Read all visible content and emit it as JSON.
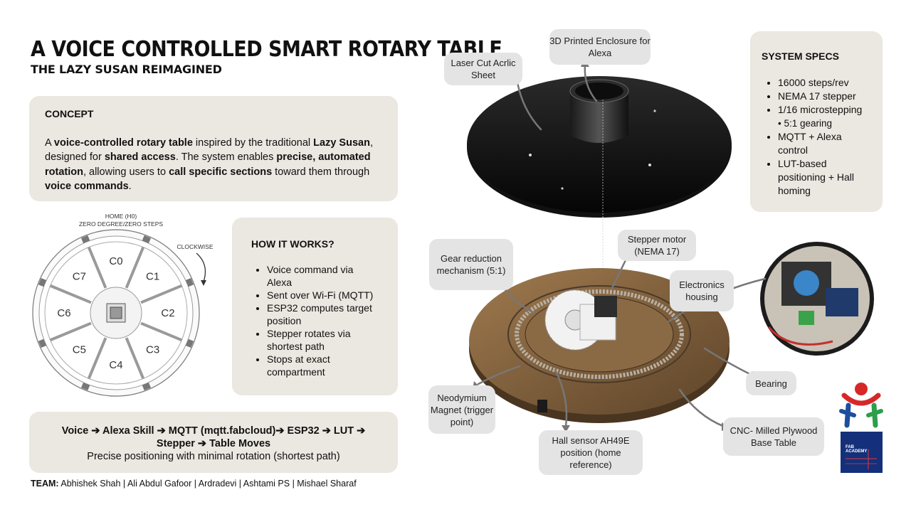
{
  "header": {
    "title": "A VOICE CONTROLLED SMART ROTARY TABLE",
    "subtitle": "THE LAZY SUSAN REIMAGINED"
  },
  "concept": {
    "heading": "CONCEPT",
    "parts": [
      {
        "t": "A ",
        "b": false
      },
      {
        "t": "voice-controlled rotary table",
        "b": true
      },
      {
        "t": " inspired by the traditional ",
        "b": false
      },
      {
        "t": "Lazy Susan",
        "b": true
      },
      {
        "t": ", designed for ",
        "b": false
      },
      {
        "t": "shared access",
        "b": true
      },
      {
        "t": ". The system enables ",
        "b": false
      },
      {
        "t": "precise, automated rotation",
        "b": true
      },
      {
        "t": ", allowing users to ",
        "b": false
      },
      {
        "t": "call specific sections",
        "b": true
      },
      {
        "t": " toward them through ",
        "b": false
      },
      {
        "t": "voice commands",
        "b": true
      },
      {
        "t": ".",
        "b": false
      }
    ]
  },
  "compartment_diagram": {
    "home_label": "HOME (H0)",
    "zero_label": "ZERO DEGREE/ZERO STEPS",
    "direction_label": "CLOCKWISE",
    "sections": [
      "C0",
      "C1",
      "C2",
      "C3",
      "C4",
      "C5",
      "C6",
      "C7"
    ]
  },
  "how_it_works": {
    "heading": "HOW IT WORKS?",
    "items": [
      "Voice command via Alexa",
      "Sent over Wi-Fi (MQTT)",
      "ESP32 computes target position",
      "Stepper rotates via shortest path",
      "Stops at exact compartment"
    ]
  },
  "flow": {
    "line1": "Voice ➔ Alexa Skill ➔ MQTT (mqtt.fabcloud)➔ ESP32 ➔ LUT ➔ Stepper ➔ Table Moves",
    "line2": "Precise positioning with minimal rotation  (shortest path)"
  },
  "team": {
    "label": "TEAM:",
    "members": "Abhishek Shah | Ali Abdul Gafoor | Ardradevi | Ashtami PS | Mishael Sharaf"
  },
  "specs": {
    "heading": "SYSTEM SPECS",
    "items": [
      "16000 steps/rev",
      "NEMA 17 stepper",
      "1/16 microstepping",
      "MQTT + Alexa control",
      "LUT-based positioning + Hall homing"
    ],
    "sub_item": "• 5:1 gearing"
  },
  "callouts": {
    "laser_cut": "Laser Cut Acrlic Sheet",
    "enclosure": "3D Printed Enclosure for Alexa",
    "gear": "Gear reduction mechanism (5:1)",
    "stepper": "Stepper motor (NEMA 17)",
    "electronics": "Electronics housing",
    "bearing": "Bearing",
    "magnet": "Neodymium Magnet (trigger point)",
    "hall": "Hall sensor AH49E position (home reference)",
    "cnc": "CNC- Milled Plywood Base Table"
  },
  "logo": {
    "text": "FAB ACADEMY"
  },
  "colors": {
    "card_bg": "#ebe7e1",
    "callout_bg": "#e4e4e4",
    "logo_red": "#d62828",
    "logo_blue": "#1d4e9e",
    "logo_green": "#2e9e4a",
    "logo_navy": "#14307a",
    "wood": "#8a6a45",
    "acrylic": "#0b0b0b"
  }
}
